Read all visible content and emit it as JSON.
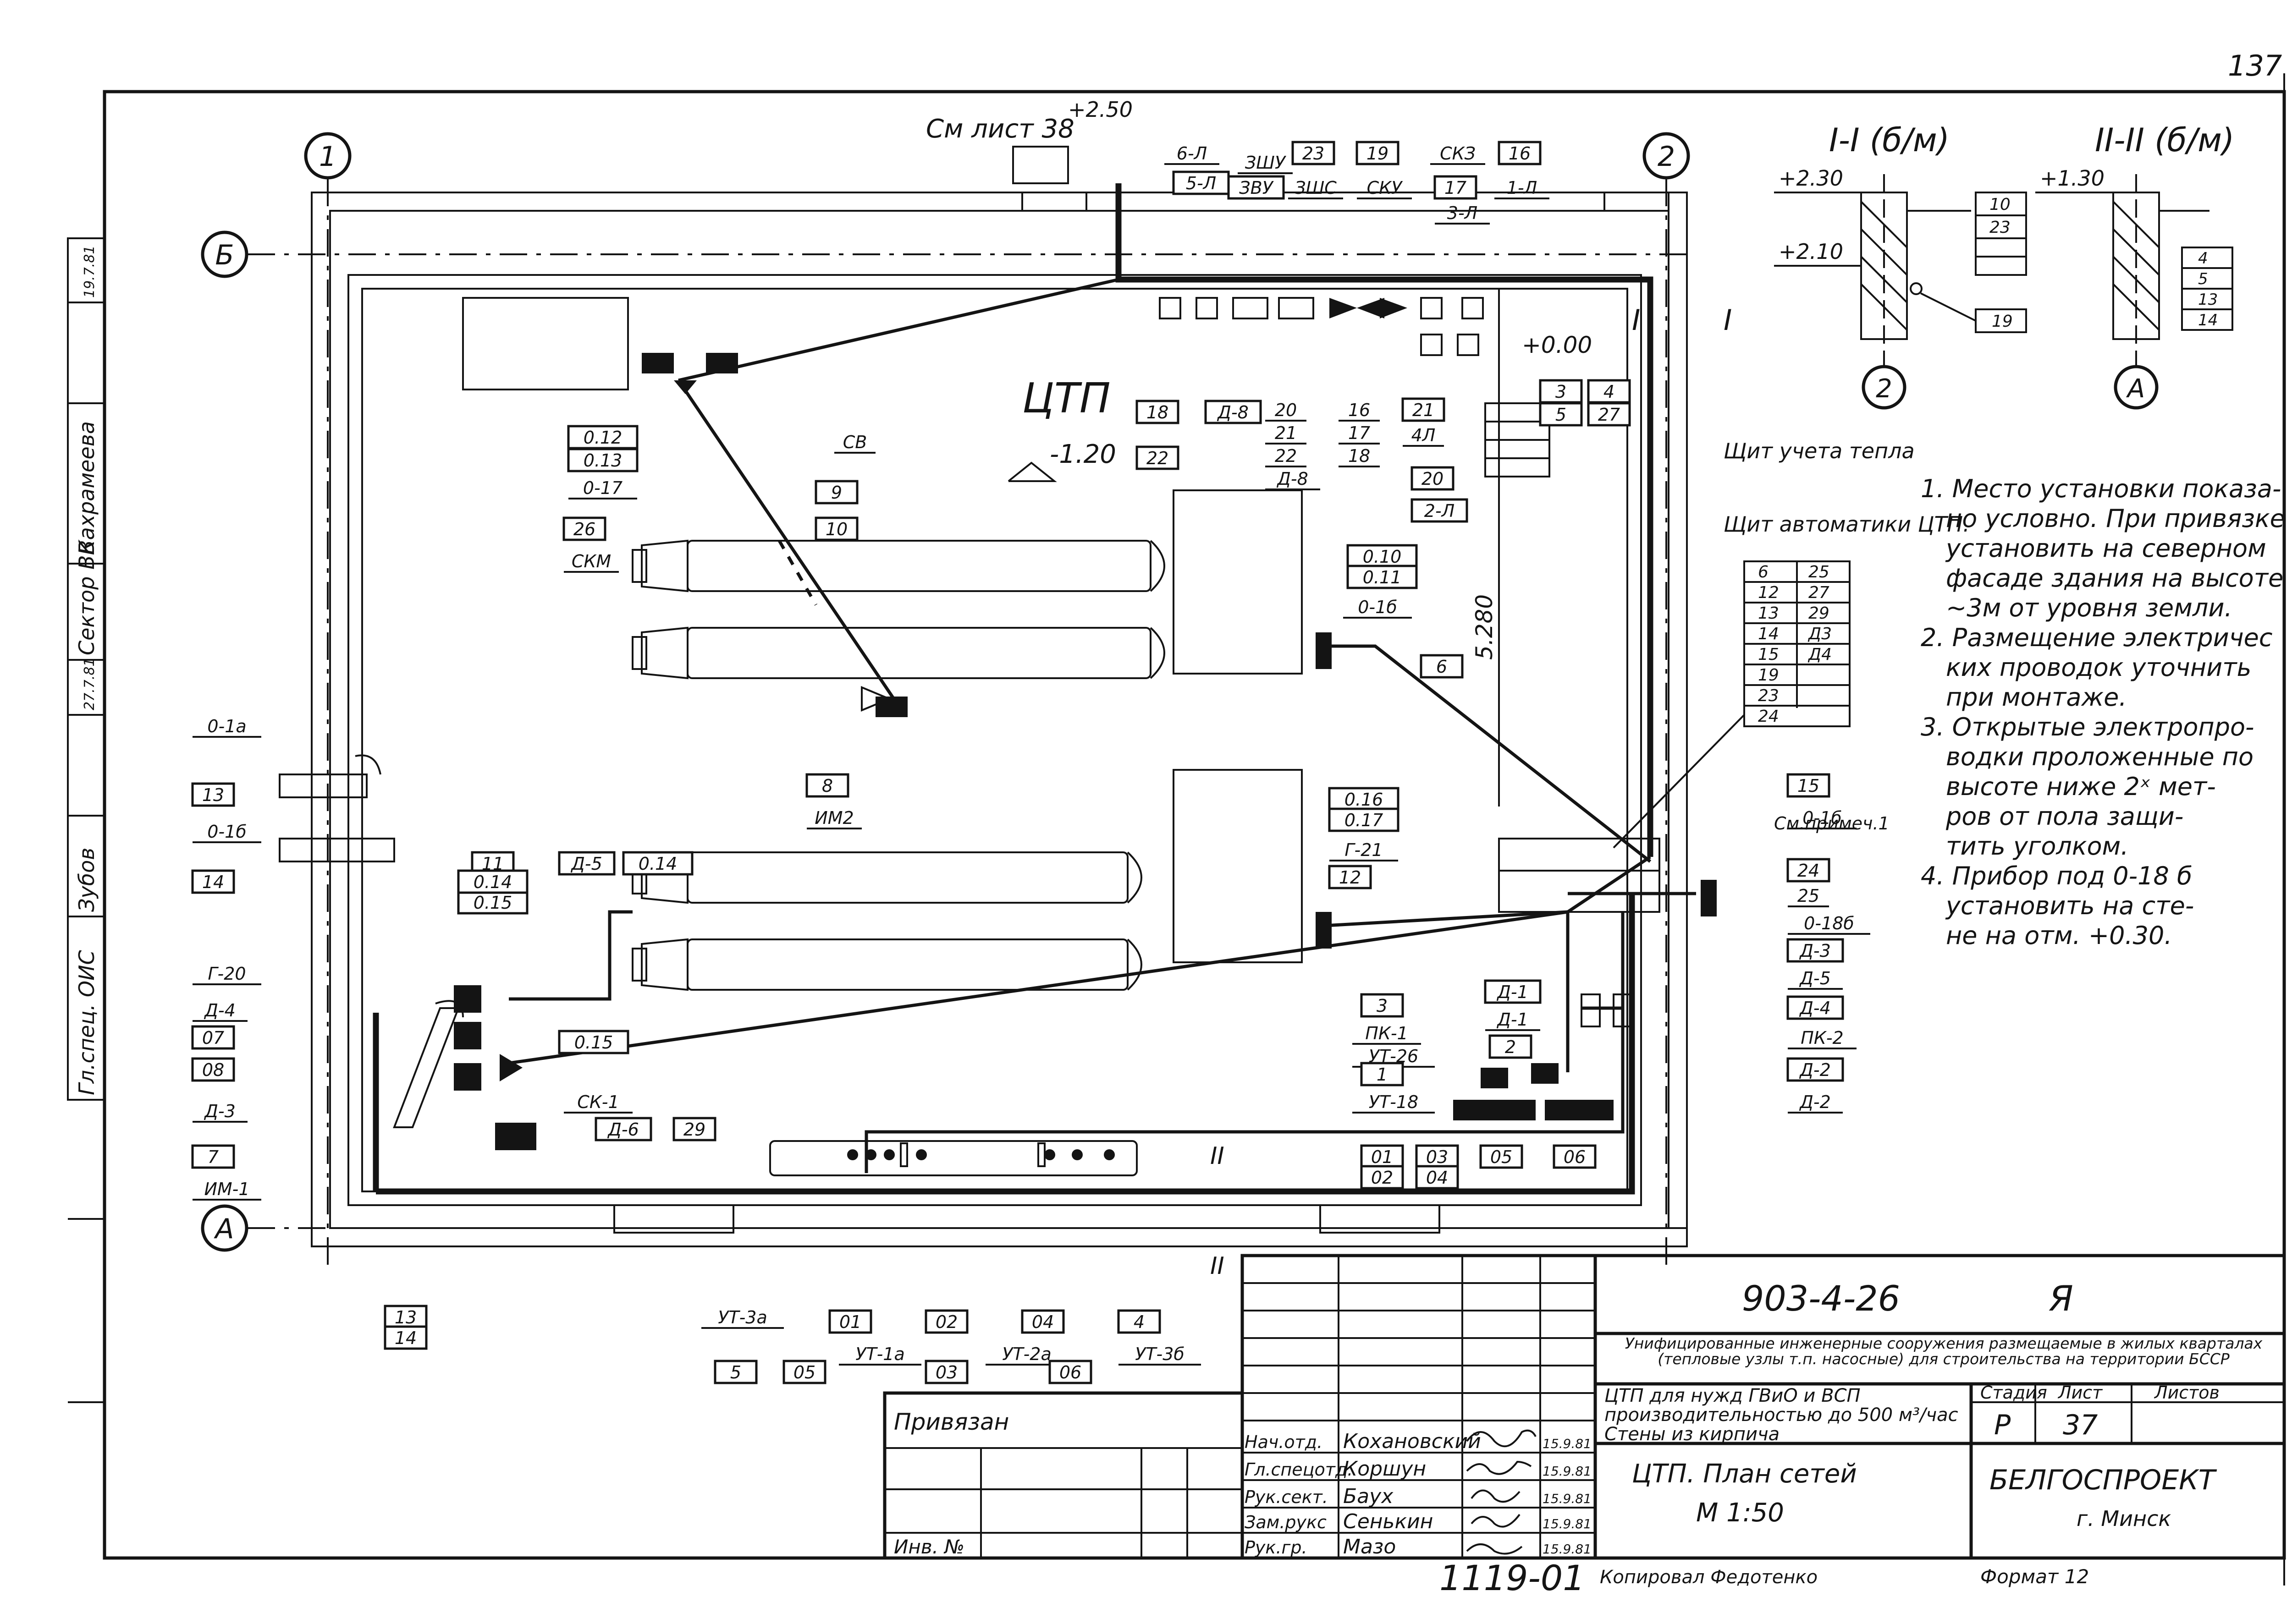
{
  "sheet_corner_number": "137",
  "axes": {
    "axis_1": "1",
    "axis_2": "2",
    "axis_a": "А",
    "axis_b": "Б"
  },
  "plan": {
    "room_name": "ЦТП",
    "floor_level": "-1.20",
    "upper_level": "+0.00",
    "see_sheet": "См лист 38",
    "see_sheet_level": "+2.50",
    "dimension": "5.280",
    "section_1": "I",
    "section_2": "II",
    "heat_meter_panel": "Щит учета тепла",
    "automation_panel": "Щит автоматики ЦТП.",
    "see_note": "См.примеч.1"
  },
  "callouts": [
    {
      "id": "c-6-l",
      "t": "6-Л"
    },
    {
      "id": "c-5-l",
      "t": "5-Л"
    },
    {
      "id": "c-zshu",
      "t": "ЗШУ"
    },
    {
      "id": "c-zvu",
      "t": "ЗВУ"
    },
    {
      "id": "c-zshs",
      "t": "ЗШС"
    },
    {
      "id": "c-23top",
      "t": "23"
    },
    {
      "id": "c-19top",
      "t": "19"
    },
    {
      "id": "c-sku",
      "t": "СКУ"
    },
    {
      "id": "c-sk3",
      "t": "СКЗ"
    },
    {
      "id": "c-17top",
      "t": "17"
    },
    {
      "id": "c-16top",
      "t": "16"
    },
    {
      "id": "c-3-l",
      "t": "3-Л"
    },
    {
      "id": "c-1-l",
      "t": "1-Л"
    },
    {
      "id": "c-18",
      "t": "18"
    },
    {
      "id": "c-22",
      "t": "22"
    },
    {
      "id": "c-d8",
      "t": "Д-8"
    },
    {
      "id": "c-20a",
      "t": "20"
    },
    {
      "id": "c-21a",
      "t": "21"
    },
    {
      "id": "c-22a",
      "t": "22"
    },
    {
      "id": "c-d8a",
      "t": "Д-8"
    },
    {
      "id": "c-16a",
      "t": "16"
    },
    {
      "id": "c-17a",
      "t": "17"
    },
    {
      "id": "c-18a",
      "t": "18"
    },
    {
      "id": "c-21b",
      "t": "21"
    },
    {
      "id": "c-4l",
      "t": "4Л"
    },
    {
      "id": "c-20b",
      "t": "20"
    },
    {
      "id": "c-2-l",
      "t": "2-Л"
    },
    {
      "id": "c-3",
      "t": "3"
    },
    {
      "id": "c-4",
      "t": "4"
    },
    {
      "id": "c-5",
      "t": "5"
    },
    {
      "id": "c-27",
      "t": "27"
    },
    {
      "id": "c-012",
      "t": "0.12"
    },
    {
      "id": "c-013",
      "t": "0.13"
    },
    {
      "id": "c-017",
      "t": "0-17"
    },
    {
      "id": "c-26",
      "t": "26"
    },
    {
      "id": "c-skm",
      "t": "СКМ"
    },
    {
      "id": "c-sv",
      "t": "СВ"
    },
    {
      "id": "c-9",
      "t": "9"
    },
    {
      "id": "c-10",
      "t": "10"
    },
    {
      "id": "c-010",
      "t": "0.10"
    },
    {
      "id": "c-011",
      "t": "0.11"
    },
    {
      "id": "c-016a",
      "t": "0-1б"
    },
    {
      "id": "c-6",
      "t": "6"
    },
    {
      "id": "c-8",
      "t": "8"
    },
    {
      "id": "c-im2",
      "t": "ИМ2"
    },
    {
      "id": "c-01a",
      "t": "0-1а"
    },
    {
      "id": "c-13a",
      "t": "13"
    },
    {
      "id": "c-01b",
      "t": "0-1б"
    },
    {
      "id": "c-14a",
      "t": "14"
    },
    {
      "id": "c-11",
      "t": "11"
    },
    {
      "id": "c-d5a",
      "t": "Д-5"
    },
    {
      "id": "c-014",
      "t": "0.14"
    },
    {
      "id": "c-015",
      "t": "0.15"
    },
    {
      "id": "c-014b",
      "t": "0.14"
    },
    {
      "id": "c-g20",
      "t": "Г-20"
    },
    {
      "id": "c-d4",
      "t": "Д-4"
    },
    {
      "id": "c-07",
      "t": "07"
    },
    {
      "id": "c-08",
      "t": "08"
    },
    {
      "id": "c-015b",
      "t": "0.15"
    },
    {
      "id": "c-d3",
      "t": "Д-3"
    },
    {
      "id": "c-sk1",
      "t": "СК-1"
    },
    {
      "id": "c-d6",
      "t": "Д-6"
    },
    {
      "id": "c-29",
      "t": "29"
    },
    {
      "id": "c-7",
      "t": "7"
    },
    {
      "id": "c-im1",
      "t": "ИМ-1"
    },
    {
      "id": "c-016",
      "t": "0.16"
    },
    {
      "id": "c-017b",
      "t": "0.17"
    },
    {
      "id": "c-g21",
      "t": "Г-21"
    },
    {
      "id": "c-12",
      "t": "12"
    },
    {
      "id": "c-15",
      "t": "15"
    },
    {
      "id": "c-016b",
      "t": "0-1б"
    },
    {
      "id": "c-24",
      "t": "24"
    },
    {
      "id": "c-25",
      "t": "25"
    },
    {
      "id": "c-018b",
      "t": "0-18б"
    },
    {
      "id": "c-d3b",
      "t": "Д-3"
    },
    {
      "id": "c-d5b",
      "t": "Д-5"
    },
    {
      "id": "c-d4b",
      "t": "Д-4"
    },
    {
      "id": "c-pk2",
      "t": "ПК-2"
    },
    {
      "id": "c-d2a",
      "t": "Д-2"
    },
    {
      "id": "c-d2b",
      "t": "Д-2"
    },
    {
      "id": "c-3b",
      "t": "3"
    },
    {
      "id": "c-d1a",
      "t": "Д-1"
    },
    {
      "id": "c-d1b",
      "t": "Д-1"
    },
    {
      "id": "c-pk1",
      "t": "ПК-1"
    },
    {
      "id": "c-ut26",
      "t": "УТ-26"
    },
    {
      "id": "c-2",
      "t": "2"
    },
    {
      "id": "c-1",
      "t": "1"
    },
    {
      "id": "c-ut18",
      "t": "УТ-18"
    },
    {
      "id": "c-01",
      "t": "01"
    },
    {
      "id": "c-02",
      "t": "02"
    },
    {
      "id": "c-03",
      "t": "03"
    },
    {
      "id": "c-04",
      "t": "04"
    },
    {
      "id": "c-05",
      "t": "05"
    },
    {
      "id": "c-06",
      "t": "06"
    },
    {
      "id": "c-13b",
      "t": "13"
    },
    {
      "id": "c-14b",
      "t": "14"
    },
    {
      "id": "c-ut3a",
      "t": "УТ-3а"
    },
    {
      "id": "c-5b",
      "t": "5"
    },
    {
      "id": "c-05b",
      "t": "05"
    },
    {
      "id": "c-01b2",
      "t": "01"
    },
    {
      "id": "c-ut1a",
      "t": "УТ-1а"
    },
    {
      "id": "c-02b",
      "t": "02"
    },
    {
      "id": "c-03b",
      "t": "03"
    },
    {
      "id": "c-04b",
      "t": "04"
    },
    {
      "id": "c-ut2a",
      "t": "УТ-2а"
    },
    {
      "id": "c-06b",
      "t": "06"
    },
    {
      "id": "c-4b",
      "t": "4"
    },
    {
      "id": "c-ut3b",
      "t": "УТ-3б"
    }
  ],
  "panel_table": [
    [
      "6",
      "25"
    ],
    [
      "12",
      "27"
    ],
    [
      "13",
      "29"
    ],
    [
      "14",
      "Д3"
    ],
    [
      "15",
      "Д4"
    ],
    [
      "19",
      ""
    ],
    [
      "23",
      ""
    ],
    [
      "24",
      ""
    ]
  ],
  "sections": {
    "s1_title": "I-I (б/м)",
    "s1_level_top": "+2.30",
    "s1_level_low": "+2.10",
    "s1_axis": "2",
    "s1_tags": [
      "10",
      "23",
      ""
    ],
    "s1_tag_19": "19",
    "s2_title": "II-II (б/м)",
    "s2_level": "+1.30",
    "s2_axis": "А",
    "s2_tags": [
      "4",
      "5",
      "13",
      "14"
    ]
  },
  "notes": [
    "1. Место установки показа-",
    "но условно. При привязке",
    "установить на северном",
    "фасаде здания на высоте",
    "~3м от уровня земли.",
    "2. Размещение электричес",
    "ких проводок уточнить",
    "при монтаже.",
    "3. Открытые электропро-",
    "водки проложенные по",
    "высоте ниже 2ˣ мет-",
    "ров от пола защи-",
    "тить уголком.",
    "4. Прибор под 0-18 б",
    "установить на сте-",
    "не на отм. +0.30."
  ],
  "side_stamp": [
    "Гл.спец. ОИС",
    "Зубов",
    "27.7.81",
    "Сектор ВК",
    "Вахрамеева",
    "19.7.81"
  ],
  "title_block": {
    "project_code": "903-4-26",
    "sheet_mark": "Я",
    "series_title": "Унифицированные инженерные сооружения размещаемые в жилых кварталах (тепловые узлы т.п. насосные) для строительства на территории БССР",
    "object_title": "ЦТП для нужд ГВиО и ВСП производительностью до 500 м³/час Стены из кирпича",
    "sheet_title": "ЦТП. План сетей",
    "scale": "М 1:50",
    "stage_label": "Стадия",
    "sheet_label": "Лист",
    "sheets_label": "Листов",
    "stage": "Р",
    "sheet_no": "37",
    "organization": "БЕЛГОСПРОЕКТ",
    "city": "г. Минск",
    "attached": "Привязан",
    "inv": "Инв. №",
    "signers": [
      {
        "role": "Нач.отд.",
        "name": "Кохановский",
        "date": "15.9.81"
      },
      {
        "role": "Гл.спецотд.",
        "name": "Коршун",
        "date": "15.9.81"
      },
      {
        "role": "Рук.сект.",
        "name": "Баух",
        "date": "15.9.81"
      },
      {
        "role": "Зам.рукс",
        "name": "Сенькин",
        "date": "15.9.81"
      },
      {
        "role": "Рук.гр.",
        "name": "Мазо",
        "date": "15.9.81"
      }
    ],
    "copied_by": "Копировал Федотенко",
    "format": "Формат 12",
    "album_no": "1119-01"
  }
}
